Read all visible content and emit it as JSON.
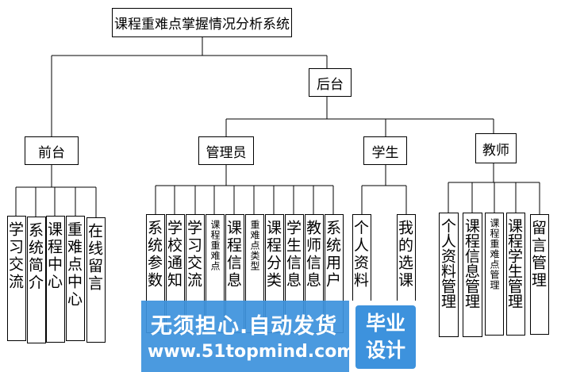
{
  "root": "课程重难点掌握情况分析系统",
  "backend": "后台",
  "frontend": {
    "label": "前台",
    "children": [
      "学习交流",
      "系统简介",
      "课程中心",
      "重难点中心",
      "在线留言"
    ]
  },
  "admin": {
    "label": "管理员",
    "children": [
      "系统参数",
      "学校通知",
      "学习交流",
      "课程重难点",
      "课程信息",
      "重难点类型",
      "课程分类",
      "学生信息",
      "教师信息",
      "系统用户"
    ]
  },
  "student": {
    "label": "学生",
    "children": [
      "个人资料",
      "我的选课"
    ]
  },
  "teacher": {
    "label": "教师",
    "children": [
      "个人资料管理",
      "课程信息管理",
      "课程重难点管理",
      "课程学生管理",
      "留言管理"
    ]
  },
  "watermark": {
    "line1": "无须担心.自动发货",
    "line2": "www.51topmind.com",
    "badge_line1": "毕业",
    "badge_line2": "设计",
    "color": "#3d92dd"
  }
}
